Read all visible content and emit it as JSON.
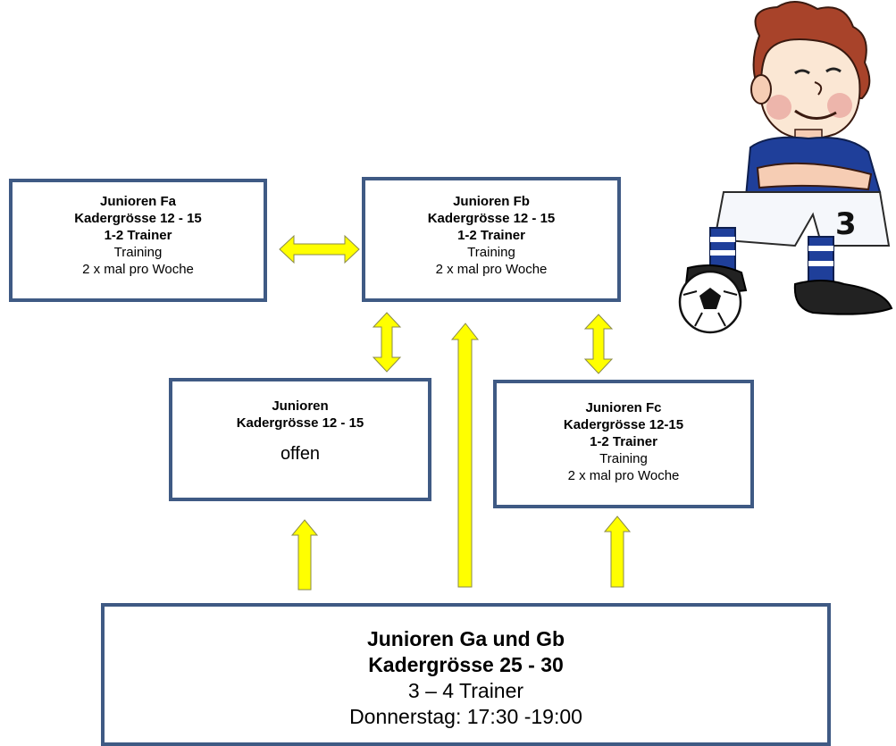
{
  "boxes": {
    "fa": {
      "title": "Junioren Fa",
      "size": "Kadergrösse 12 - 15",
      "trainers": "1-2 Trainer",
      "training": "Training",
      "frequency": "2 x mal pro Woche"
    },
    "fb": {
      "title": "Junioren Fb",
      "size": "Kadergrösse 12 - 15",
      "trainers": "1-2 Trainer",
      "training": "Training",
      "frequency": "2 x mal pro Woche"
    },
    "junioren": {
      "title": "Junioren",
      "size": "Kadergrösse 12 - 15",
      "status": "offen"
    },
    "fc": {
      "title": "Junioren Fc",
      "size": "Kadergrösse 12-15",
      "trainers": "1-2 Trainer",
      "training": "Training",
      "frequency": "2 x mal pro Woche"
    },
    "g": {
      "title": "Junioren Ga und Gb",
      "size": "Kadergrösse 25 - 30",
      "trainers": "3 – 4 Trainer",
      "schedule": "Donnerstag: 17:30 -19:00"
    }
  },
  "colors": {
    "box_border": "#3f5a84",
    "arrow_fill": "#ffff00",
    "arrow_stroke": "#8a8a4a"
  }
}
